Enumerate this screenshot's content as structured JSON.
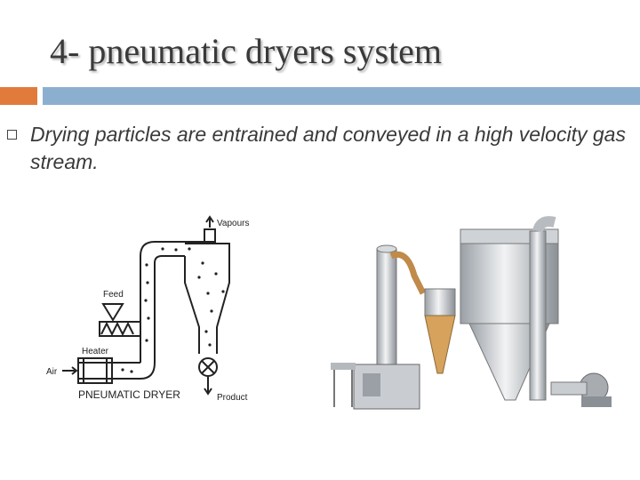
{
  "slide": {
    "title": "4- pneumatic dryers system",
    "bullet_text": "Drying particles are entrained and conveyed in a high velocity gas stream."
  },
  "diagram": {
    "label_vapours": "Vapours",
    "label_feed": "Feed",
    "label_heater": "Heater",
    "label_air": "Air",
    "label_product": "Product",
    "caption": "PNEUMATIC DRYER"
  },
  "colors": {
    "accent_orange": "#e07b3c",
    "accent_blue": "#8bb0cf"
  }
}
